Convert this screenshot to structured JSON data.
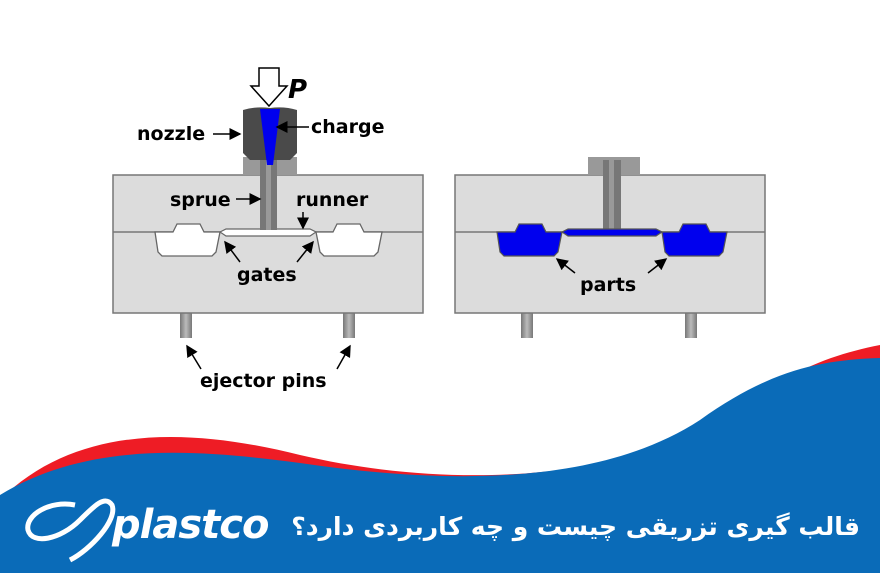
{
  "diagram": {
    "labels": {
      "pressure": "P",
      "nozzle": "nozzle",
      "charge": "charge",
      "sprue": "sprue",
      "runner": "runner",
      "gates": "gates",
      "ejector_pins": "ejector pins",
      "parts": "parts"
    },
    "colors": {
      "mold": "#dcdcdc",
      "plastic": "#0000ee",
      "nozzle": "#4a4a4a"
    }
  },
  "banner": {
    "brand": "plastco",
    "title": "قالب گیری تزریقی چیست و چه کاربردی دارد؟",
    "colors": {
      "blue": "#0a6bb8",
      "red": "#ee1c25"
    }
  }
}
